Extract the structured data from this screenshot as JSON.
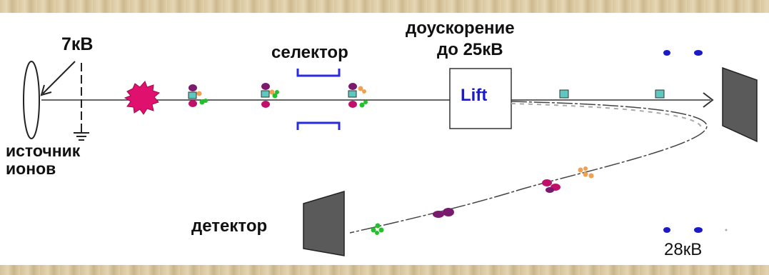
{
  "labels": {
    "voltage_source": "7кВ",
    "source_line1": "источник",
    "source_line2": "ионов",
    "selector": "селектор",
    "reaccel_line1": "доускорение",
    "reaccel_line2": "до 25кВ",
    "lift": "Lift",
    "detector": "детектор",
    "voltage_reflectron": "28кВ"
  },
  "colors": {
    "beam": "#333333",
    "selector_plates": "#2a2ae0",
    "lift_text": "#1a1ad0",
    "plasma": "#e0106e",
    "ion_purple": "#7a1a6e",
    "ion_magenta": "#c0106a",
    "ion_cyan": "#5ec8c0",
    "ion_green": "#22c02a",
    "ion_orange": "#f0a050",
    "detector_fill": "#5a5a5a",
    "dots": "#1a1ac8"
  }
}
